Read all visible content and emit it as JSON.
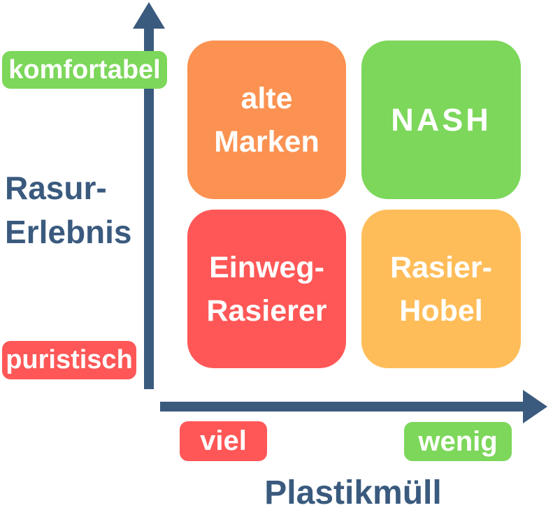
{
  "page": {
    "background": "#FFFFFF"
  },
  "colors": {
    "navy": "#3A5A7E",
    "green": "#7CD75A",
    "orange": "#FB9252",
    "red": "#FF5757",
    "yellow": "#FFBD59",
    "text_on_fill": "#FFFFFF"
  },
  "chart_data": {
    "type": "quadrant_matrix",
    "y_axis": {
      "title": "Rasur-\nErlebnis",
      "high_label": "komfortabel",
      "low_label": "puristisch"
    },
    "x_axis": {
      "title": "Plastikmüll",
      "low_label": "viel",
      "high_label": "wenig"
    },
    "quadrants": [
      {
        "position": "top-left",
        "label": "alte\nMarken",
        "color": "#FB9252"
      },
      {
        "position": "top-right",
        "label": "NASH",
        "color": "#7CD75A"
      },
      {
        "position": "bottom-left",
        "label": "Einweg-\nRasierer",
        "color": "#FF5757"
      },
      {
        "position": "bottom-right",
        "label": "Rasier-\nHobel",
        "color": "#FFBD59"
      }
    ]
  }
}
